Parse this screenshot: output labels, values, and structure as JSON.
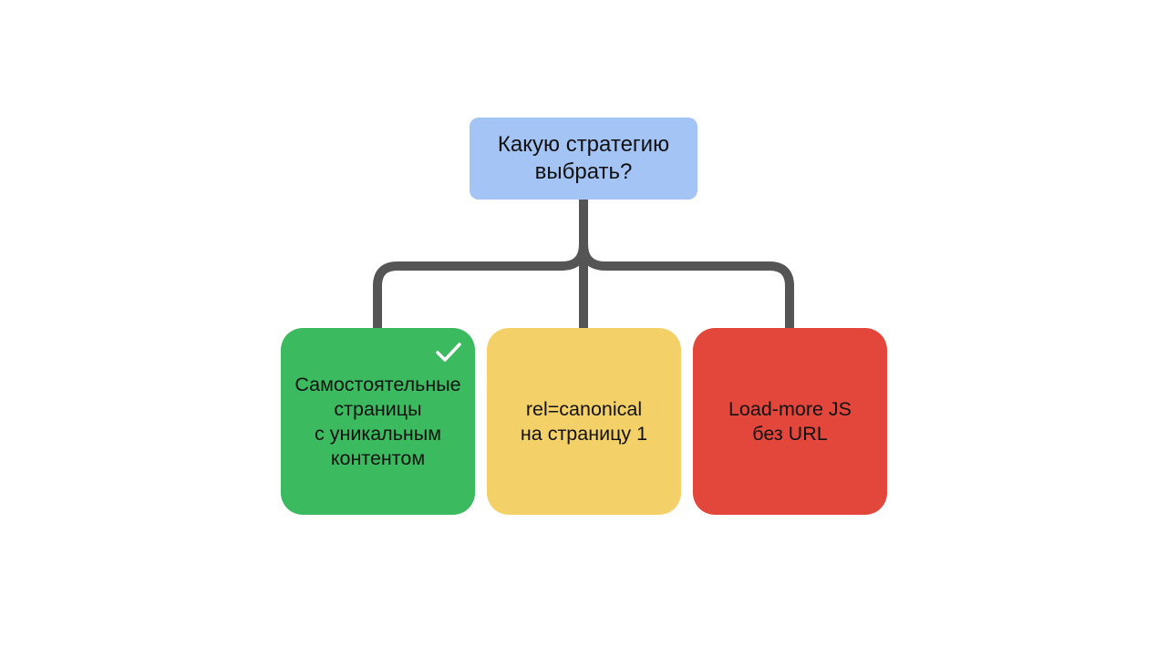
{
  "diagram": {
    "root": {
      "label": "Какую стратегию\nвыбрать?",
      "color": "#a3c4f5"
    },
    "options": [
      {
        "label": "Самостоятельные\nстраницы\nс уникальным\nконтентом",
        "color": "#3cba5f",
        "icon": "check-icon"
      },
      {
        "label": "rel=canonical\nна страницу 1",
        "color": "#f4d069"
      },
      {
        "label": "Load-more JS\nбез URL",
        "color": "#e3473b"
      }
    ],
    "connector_color": "#555555"
  }
}
